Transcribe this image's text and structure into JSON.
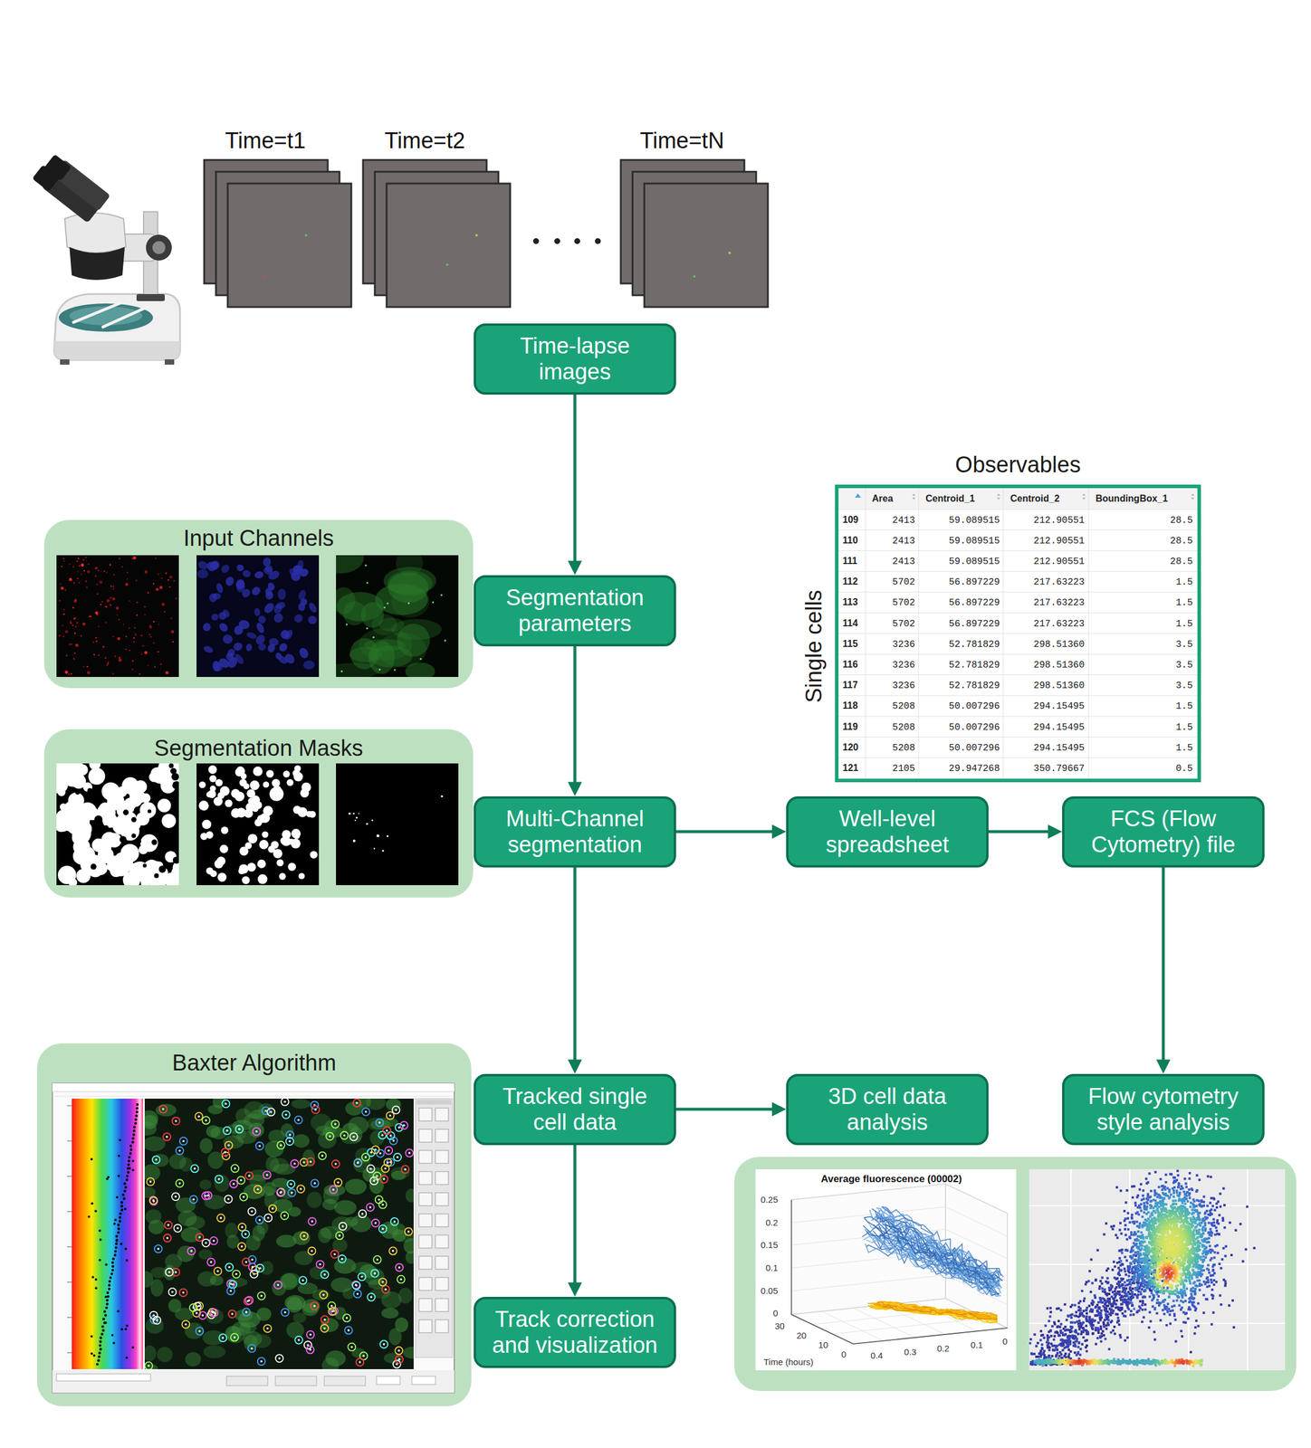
{
  "diagram": {
    "nodes": [
      {
        "text": [
          "Time-lapse images"
        ]
      },
      {
        "text": [
          "Observables",
          "Single cells"
        ]
      },
      {
        "text": [
          "Input Channels"
        ]
      },
      {
        "text": [
          "Segmentation parameters"
        ]
      },
      {
        "text": [
          "Segmentation Masks"
        ]
      },
      {
        "text": [
          "Multi-Channel segmentation"
        ]
      },
      {
        "text": [
          "Well-level spreadsheet"
        ]
      },
      {
        "text": [
          "FCS (Flow Cytometry) file"
        ]
      },
      {
        "text": [
          "Baxter Algorithm"
        ]
      },
      {
        "text": [
          "Tracked single cell data"
        ]
      },
      {
        "text": [
          "3D cell data analysis"
        ]
      },
      {
        "text": [
          "Flow cytometry style analysis"
        ]
      },
      {
        "text": [
          "Track correction and visualization"
        ]
      }
    ],
    "edges": [
      {
        "from": 0,
        "to": 3,
        "arrow": "to"
      },
      {
        "from": 3,
        "to": 5,
        "arrow": "to"
      },
      {
        "from": 5,
        "to": 6,
        "arrow": "to"
      },
      {
        "from": 6,
        "to": 7,
        "arrow": "to"
      },
      {
        "from": 5,
        "to": 9,
        "arrow": "to"
      },
      {
        "from": 9,
        "to": 10,
        "arrow": "to"
      },
      {
        "from": 7,
        "to": 11,
        "arrow": "to"
      },
      {
        "from": 9,
        "to": 12,
        "arrow": "to"
      }
    ],
    "labels": [
      "Time=t1",
      "Time=t2",
      "Time=tN",
      "Area",
      "Centroid_1",
      "Centroid_2",
      "BoundingBox_1",
      "109",
      "2413",
      "59.089515",
      "212.90551",
      "28.5",
      "110",
      "2413",
      "59.089515",
      "212.90551",
      "28.5",
      "111",
      "2413",
      "59.089515",
      "212.90551",
      "28.5",
      "112",
      "5702",
      "56.897229",
      "217.63223",
      "1.5",
      "113",
      "5702",
      "56.897229",
      "217.63223",
      "1.5",
      "114",
      "5702",
      "56.897229",
      "217.63223",
      "1.5",
      "115",
      "3236",
      "52.781829",
      "298.51360",
      "3.5",
      "116",
      "3236",
      "52.781829",
      "298.51360",
      "3.5",
      "117",
      "3236",
      "52.781829",
      "298.51360",
      "3.5",
      "118",
      "5208",
      "50.007296",
      "294.15495",
      "1.5",
      "119",
      "5208",
      "50.007296",
      "294.15495",
      "1.5",
      "120",
      "5208",
      "50.007296",
      "294.15495",
      "1.5",
      "121",
      "2105",
      "29.947268",
      "350.79667",
      "0.5",
      "Average fluorescence (00002)",
      "0.25",
      "0.2",
      "0.15",
      "0.1",
      "0.05",
      "0",
      "30",
      "20",
      "10",
      "0",
      "Time (hours)",
      "0.4",
      "0.3",
      "0.2",
      "0.1",
      "0"
    ]
  }
}
